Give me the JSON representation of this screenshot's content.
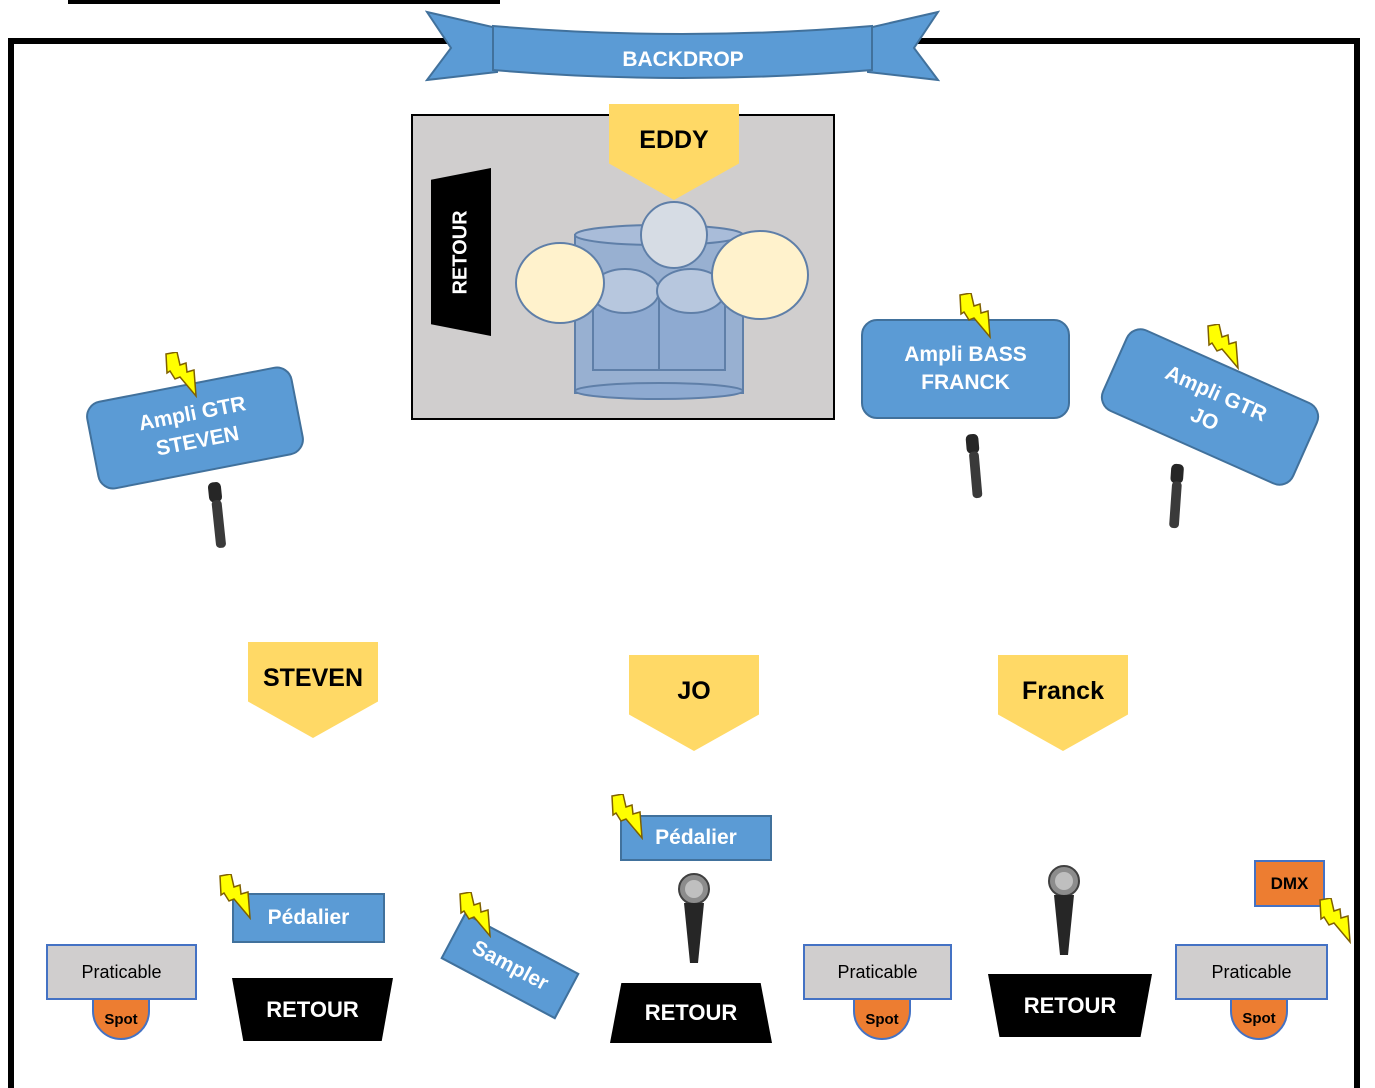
{
  "banner": {
    "label": "BACKDROP"
  },
  "drum_kit": {
    "musician": "EDDY",
    "retour_label": "RETOUR"
  },
  "amps": {
    "steven": "Ampli GTR\nSTEVEN",
    "franck": "Ampli BASS\nFRANCK",
    "jo": "Ampli GTR\nJO"
  },
  "musicians": {
    "steven": "STEVEN",
    "jo": "JO",
    "franck": "Franck"
  },
  "pedals": {
    "steven": "Pédalier",
    "jo": "Pédalier"
  },
  "sampler": "Sampler",
  "retours": {
    "left": "RETOUR",
    "center": "RETOUR",
    "right": "RETOUR"
  },
  "praticables": {
    "left": "Praticable",
    "center": "Praticable",
    "right": "Praticable"
  },
  "spots": {
    "left": "Spot",
    "center": "Spot",
    "right": "Spot"
  },
  "dmx": "DMX",
  "colors": {
    "blue": "#5b9bd5",
    "blue_border": "#41719c",
    "musician_yellow": "#ffd966",
    "orange": "#ed7d31",
    "gray": "#d0cece",
    "bolt_yellow": "#ffff00"
  }
}
